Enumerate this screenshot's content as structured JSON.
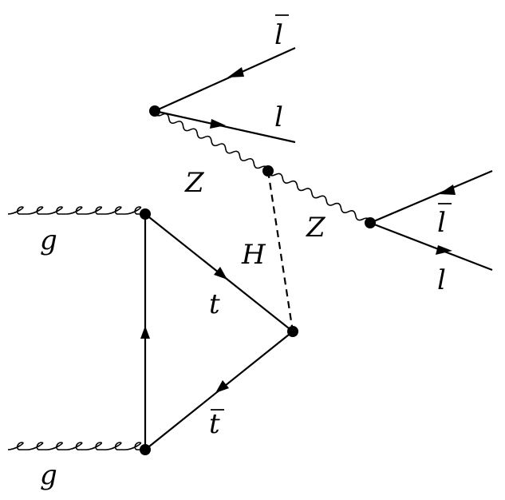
{
  "diagram": {
    "labels": {
      "g_top": "g",
      "g_bottom": "g",
      "t": "t",
      "tbar": "t",
      "H": "H",
      "Z_left": "Z",
      "Z_right": "Z",
      "lbar_top": "l",
      "l_top": "l",
      "lbar_right": "l",
      "l_right": "l"
    }
  }
}
